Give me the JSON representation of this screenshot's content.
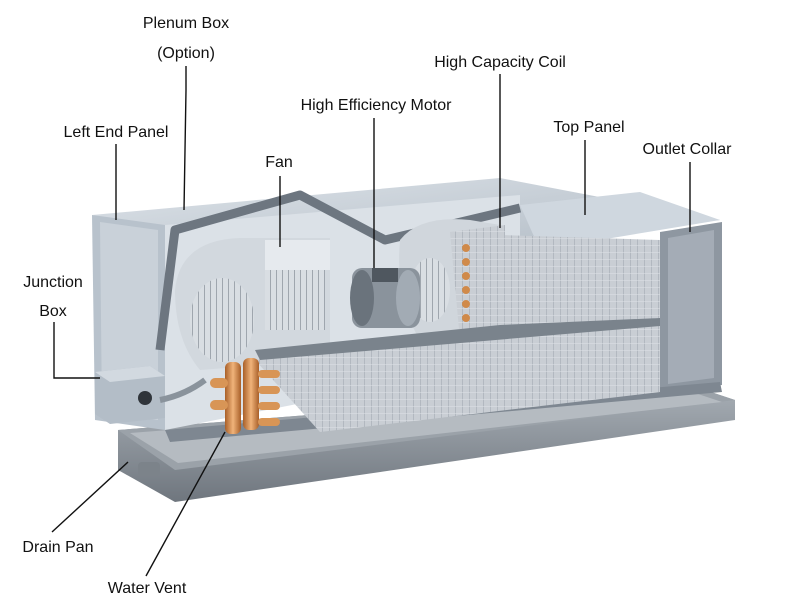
{
  "labels": {
    "plenum_box_line1": "Plenum Box",
    "plenum_box_line2": "(Option)",
    "high_capacity_coil": "High Capacity Coil",
    "high_efficiency_motor": "High Efficiency Motor",
    "left_end_panel": "Left End Panel",
    "top_panel": "Top Panel",
    "outlet_collar": "Outlet Collar",
    "fan": "Fan",
    "junction_box_line1": "Junction",
    "junction_box_line2": "Box",
    "drain_pan": "Drain Pan",
    "water_vent": "Water Vent"
  },
  "colors": {
    "casing_light": "#d3dbe3",
    "casing_mid": "#b7c1cc",
    "casing_dark": "#8d98a4",
    "pan": "#8f969e",
    "coil_fin": "#c7ccd2",
    "copper": "#d08a4a",
    "fan_housing": "#cfd6dd",
    "leader": "#111111"
  }
}
